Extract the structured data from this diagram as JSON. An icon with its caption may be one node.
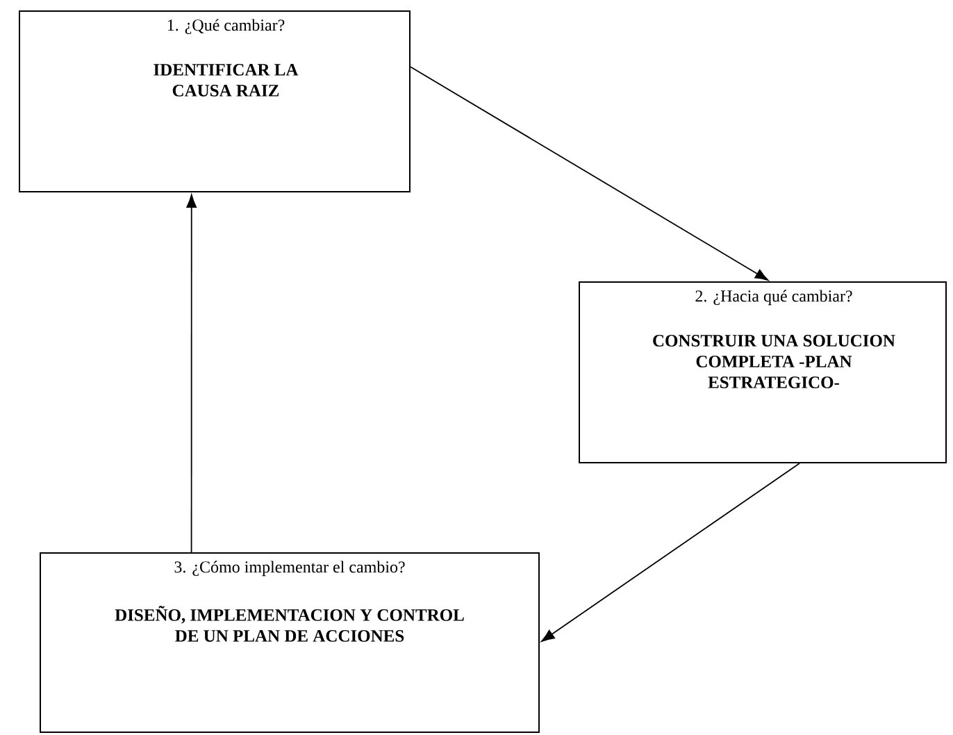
{
  "diagram": {
    "nodes": [
      {
        "text": [
          "1.  ¿Qué cambiar?",
          "IDENTIFICAR LA CAUSA RAIZ"
        ]
      },
      {
        "text": [
          "2.  ¿Hacia qué cambiar?",
          "CONSTRUIR UNA SOLUCION COMPLETA -PLAN ESTRATEGICO-"
        ]
      },
      {
        "text": [
          "3.  ¿Cómo implementar el cambio?",
          "DISEÑO, IMPLEMENTACION Y CONTROL DE UN PLAN DE ACCIONES"
        ]
      }
    ],
    "edges": [
      {
        "from": 0,
        "to": 1,
        "arrow": "to"
      },
      {
        "from": 1,
        "to": 2,
        "arrow": "to"
      },
      {
        "from": 2,
        "to": 0,
        "arrow": "to"
      }
    ]
  }
}
